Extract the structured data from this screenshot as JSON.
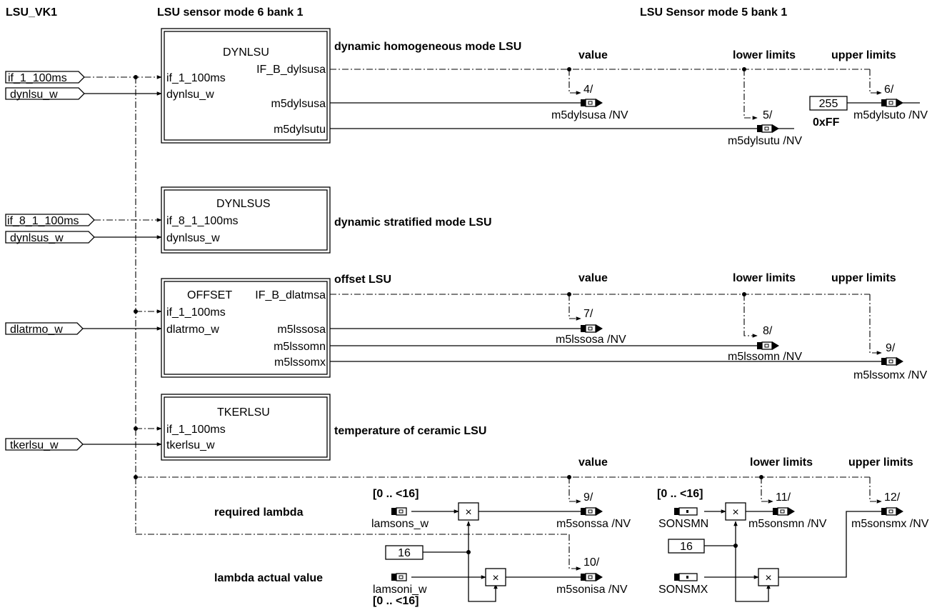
{
  "header": {
    "sheet_id": "LSU_VK1",
    "mode6_title": "LSU sensor mode 6 bank 1",
    "mode5_title": "LSU Sensor mode 5 bank 1"
  },
  "inputs": [
    "if_1_100ms",
    "dynlsu_w",
    "if_8_1_100ms",
    "dynlsus_w",
    "dlatrmo_w",
    "tkerlsu_w"
  ],
  "blocks": {
    "dynlsu": {
      "name": "DYNLSU",
      "ports_in": [
        "if_1_100ms",
        "dynlsu_w"
      ],
      "ports_out": [
        "IF_B_dylsusa",
        "m5dylsusa",
        "m5dylsutu"
      ],
      "caption": "dynamic homogeneous mode LSU"
    },
    "dynlsus": {
      "name": "DYNLSUS",
      "ports_in": [
        "if_8_1_100ms",
        "dynlsus_w"
      ],
      "caption": "dynamic stratified mode LSU"
    },
    "offset": {
      "name": "OFFSET",
      "ports_in": [
        "if_1_100ms",
        "dlatrmo_w"
      ],
      "ports_out": [
        "IF_B_dlatmsa",
        "m5lssosa",
        "m5lssomn",
        "m5lssomx"
      ],
      "caption": "offset LSU"
    },
    "tkerlsu": {
      "name": "TKERLSU",
      "ports_in": [
        "if_1_100ms",
        "tkerlsu_w"
      ],
      "caption": "temperature of ceramic LSU"
    }
  },
  "column_labels": {
    "value": "value",
    "lower": "lower limits",
    "upper": "upper limits"
  },
  "outputs": {
    "o4": {
      "num": "4/",
      "label": "m5dylsusa /NV"
    },
    "o5": {
      "num": "5/",
      "label": "m5dylsutu /NV"
    },
    "o6": {
      "num": "6/",
      "label": "m5dylsuto /NV"
    },
    "o7": {
      "num": "7/",
      "label": "m5lssosa /NV"
    },
    "o8": {
      "num": "8/",
      "label": "m5lssomn /NV"
    },
    "o9a": {
      "num": "9/",
      "label": "m5lssomx /NV"
    },
    "o9b": {
      "num": "9/",
      "label": "m5sonssa /NV"
    },
    "o10": {
      "num": "10/",
      "label": "m5sonisa /NV"
    },
    "o11": {
      "num": "11/",
      "label": "m5sonsmn /NV"
    },
    "o12": {
      "num": "12/",
      "label": "m5sonsmx /NV"
    }
  },
  "constants": {
    "c255": "255",
    "c255_hex": "0xFF",
    "c16": "16"
  },
  "lambda": {
    "required_label": "required lambda",
    "actual_label": "lambda actual value",
    "range": "[0 .. <16]",
    "lamsons": "lamsons_w",
    "lamsoni": "lamsoni_w",
    "sonsmn": "SONSMN",
    "sonsmx": "SONSMX"
  }
}
